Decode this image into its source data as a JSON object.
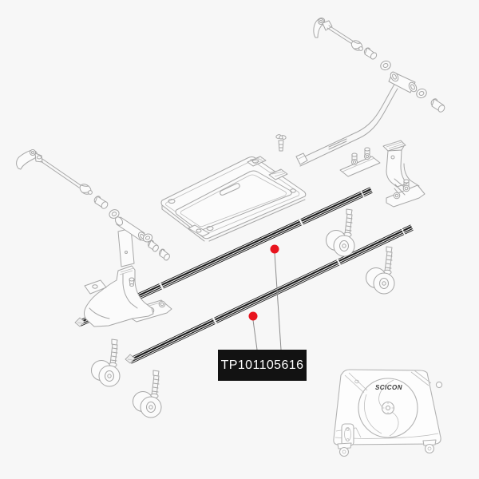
{
  "page": {
    "background": "#f7f7f7"
  },
  "callout": {
    "part_number": "TP101105616",
    "dot_color": "#e8141e",
    "label_background": "#121212",
    "label_text_color": "#ffffff"
  },
  "diagram": {
    "type": "exploded-parts-diagram",
    "highlighted_part_color": "#1a1a1a",
    "line_color": "#a6a6a6"
  },
  "inset": {
    "brand": "SCICON"
  }
}
